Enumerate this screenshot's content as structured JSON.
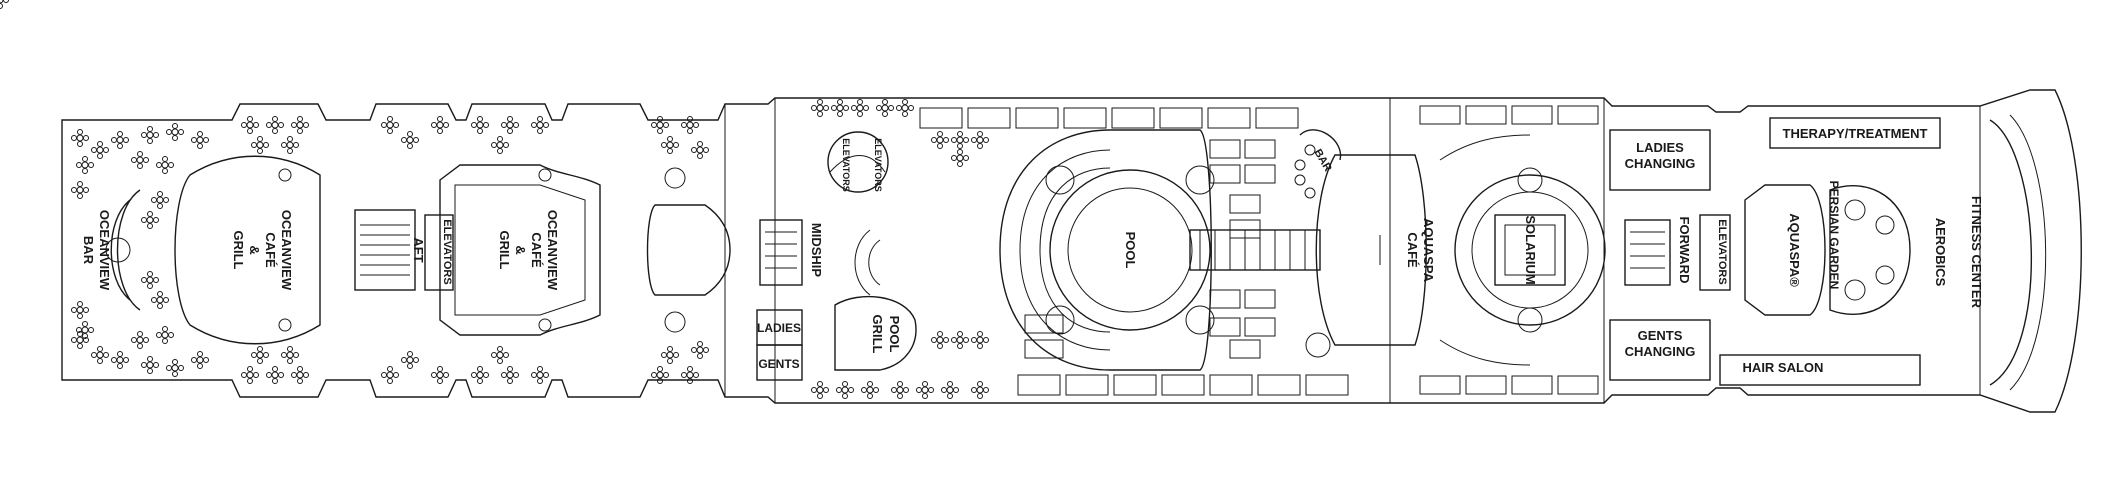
{
  "deck_labels": {
    "oceanview_bar": [
      "OCEANVIEW",
      "BAR"
    ],
    "oceanview_cafe_left": [
      "OCEANVIEW",
      "CAFÉ",
      "&",
      "GRILL"
    ],
    "aft": "AFT",
    "elevators_aft": "ELEVATORS",
    "oceanview_cafe_right": [
      "OCEANVIEW",
      "CAFÉ",
      "&",
      "GRILL"
    ],
    "midship": "MIDSHIP",
    "elevators_midship_left": "ELEVATORS",
    "elevators_midship_right": "ELEVATORS",
    "ladies": "LADIES",
    "gents": "GENTS",
    "pool_grill": [
      "POOL",
      "GRILL"
    ],
    "pool": "POOL",
    "bar": "BAR",
    "aquaspa_cafe": [
      "AQUASPA",
      "CAFÉ"
    ],
    "solarium": "SOLARIUM",
    "forward": "FORWARD",
    "elevators_forward": "ELEVATORS",
    "ladies_changing": [
      "LADIES",
      "CHANGING"
    ],
    "gents_changing": [
      "GENTS",
      "CHANGING"
    ],
    "aquaspa": "AQUASPA®",
    "persian_garden": "PERSIAN GARDEN",
    "therapy_treatment": "THERAPY/TREATMENT",
    "hair_salon": "HAIR SALON",
    "aerobics": "AEROBICS",
    "fitness_center": "FITNESS CENTER"
  }
}
